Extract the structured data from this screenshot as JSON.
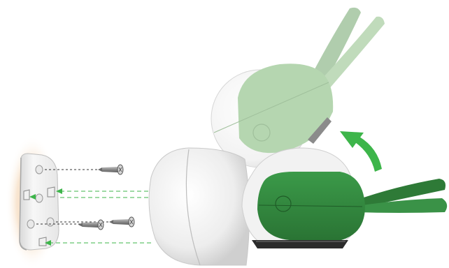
{
  "diagram": {
    "kind": "wall-mount installation illustration",
    "parts": [
      "wall-plate",
      "screw",
      "screw",
      "screw",
      "mount-ball",
      "camera-ghost",
      "camera",
      "rotate-arrow"
    ],
    "screw_count": 3,
    "colors": {
      "wall_glow": "#f3d7b9",
      "plate": "#f5f5f5",
      "body_white": "#f2f2f2",
      "green_dark": "#2f7f3b",
      "green_mid": "#3a9a48",
      "green_ghost": "#a9cfa3",
      "arrow": "#3db54a",
      "leader_black": "#333333",
      "leader_green": "#3db54a",
      "stand_dark": "#2b2b2b"
    }
  }
}
